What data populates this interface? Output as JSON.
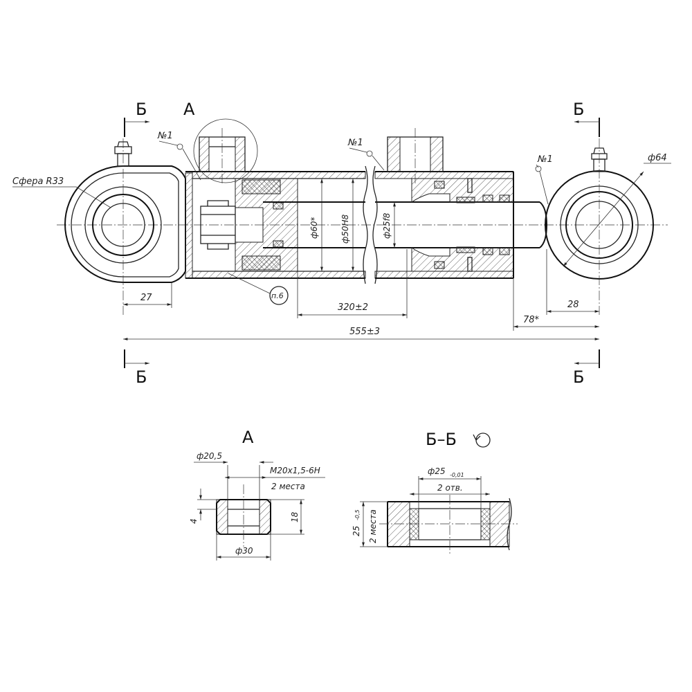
{
  "section_marks": {
    "section_letter": "Б",
    "detail_letter": "A"
  },
  "callouts": {
    "port_mark": "№1",
    "sphere": "Сфера R33",
    "outer_dia_eye": "ф64",
    "item_ref": "п.6"
  },
  "main_view_dims": {
    "bore": "ф60*",
    "cyl_id": "ф50H8",
    "rod_dia": "ф25f8",
    "left_eye_offset": "27",
    "stroke": "320±2",
    "right_eye_offset": "28",
    "rod_extension": "78*",
    "overall_length": "555±3"
  },
  "detail_a": {
    "title": "A",
    "port_counterbore": "ф20,5",
    "thread": "M20x1,5-6H",
    "places": "2 места",
    "depth": "4",
    "height": "18",
    "outer": "ф30"
  },
  "section_bb": {
    "title": "Б–Б",
    "bore": "ф25",
    "bore_tol": "-0,01",
    "chamfers": "2 отв.",
    "width": "25",
    "width_tol": "-0,5",
    "places": "2 места"
  }
}
